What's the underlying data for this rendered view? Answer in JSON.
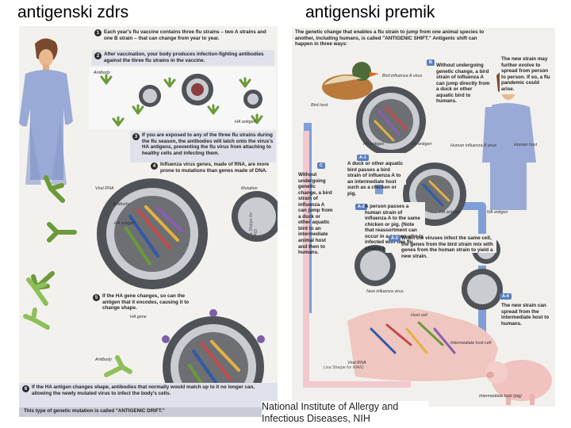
{
  "slide": {
    "title_left": "antigenski zdrs",
    "title_right": "antigenski premik",
    "source_credit": "National Institute of Allergy and Infectious Diseases, NIH"
  },
  "drift_panel": {
    "step1": {
      "num": "1",
      "text": "Each year's flu vaccine contains three flu strains – two A strains and one B strain – that can change from year to year."
    },
    "step2": {
      "num": "2",
      "text": "After vaccination, your body produces infection-fighting antibodies against the three flu strains in the vaccine."
    },
    "step3": {
      "num": "3",
      "text": "If you are exposed to any of the three flu strains during the flu season, the antibodies will latch onto the virus's HA antigens, preventing the flu virus from attaching to healthy cells and infecting them."
    },
    "step4": {
      "num": "4",
      "text": "Influenza virus genes, made of RNA, are more prone to mutations than genes made of DNA."
    },
    "step5": {
      "num": "5",
      "text": "If the HA gene changes, so can the antigen that it encodes, causing it to change shape."
    },
    "step6": {
      "num": "6",
      "text": "If the HA antigen changes shape, antibodies that normally would match up to it no longer can, allowing the newly mutated virus to infect the body's cells."
    },
    "footer": "This type of genetic mutation is called \"ANTIGENIC DRIFT.\"",
    "labels": {
      "antibody": "Antibody",
      "ha_antigen": "HA antigen",
      "viral_rna": "Viral RNA",
      "ha_gene": "HA gene",
      "mutation": "Mutation",
      "antibody2": "Antibody",
      "ha_antigen2": "HA antigen",
      "antibody3": "Antibody",
      "credit": "Lisa Sharpe for NIAID"
    }
  },
  "shift_panel": {
    "intro": "The genetic change that enables a flu strain to jump from one animal species to another, including humans, is called \"ANTIGENIC SHIFT.\" Antigenic shift can happen in three ways:",
    "b": {
      "tag": "B",
      "text": "Without undergoing genetic change, a bird strain of influenza A can jump directly from a duck or other aquatic bird to humans."
    },
    "c": {
      "tag": "C",
      "text": "Without undergoing genetic change, a bird strain of influenza A can jump from a duck or other aquatic bird to an intermediate animal host and then to humans."
    },
    "a1": {
      "tag": "A-1",
      "text": "A duck or other aquatic bird passes a bird strain of influenza A to an intermediate host such as a chicken or pig."
    },
    "a2": {
      "tag": "A-2",
      "text": "A person passes a human strain of influenza A to the same chicken or pig. (Note that reassortment can occur in a person who is infected with two flu strains.)"
    },
    "a3": {
      "tag": "A-3",
      "text": "When the viruses infect the same cell, the genes from the bird strain mix with genes from the human strain to yield a new strain."
    },
    "a4": {
      "tag": "A-4",
      "text": "The new strain can spread from the intermediate host to humans."
    },
    "new_strain": "The new strain may further evolve to spread from person to person. If so, a flu pandemic could arise.",
    "labels": {
      "bird_influenza": "Bird influenza A virus",
      "bird_host": "Bird host",
      "ha_antigen": "HA antigen",
      "na_antigen": "NA antigen",
      "human_influenza": "Human influenza A virus",
      "human_host": "Human host",
      "ha_antigen2": "HA antigen",
      "na_antigen2": "NA antigen",
      "new_influenza": "New influenza virus",
      "viral_rna": "Viral RNA",
      "host_cell": "Host cell",
      "intermediate": "Intermediate host cell",
      "intermediate_host": "Intermediate host (pig)",
      "credit": "Lisa Sharpe for NIAID"
    }
  },
  "colors": {
    "panel_bg": "#f3f1ee",
    "virus_outer": "#4f5357",
    "virus_ring": "#c9ccd0",
    "virus_core": "#8a3f3f",
    "antibody_green": "#6a9a3a",
    "antigen_purple": "#7c5fa5",
    "arrow_blue": "#7f9fd6",
    "shirt_blue": "#9aaad6",
    "pig_pink": "#f0c6c0"
  }
}
